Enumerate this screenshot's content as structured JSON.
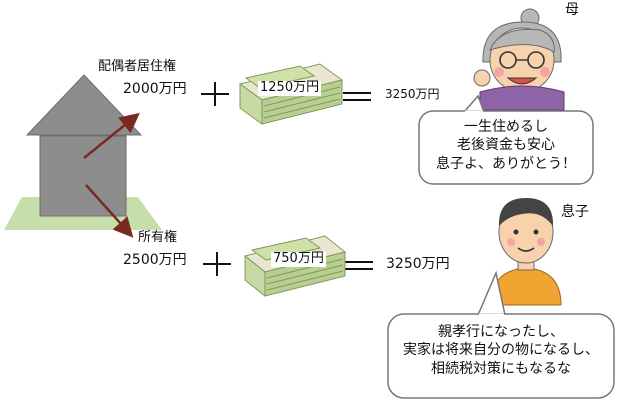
{
  "mother": {
    "label": "母",
    "right_name": "配偶者居住権",
    "right_value": "2000万円",
    "cash": "1250万円",
    "total": "3250万円",
    "speech": [
      "一生住めるし",
      "老後資金も安心",
      "息子よ、ありがとう！"
    ]
  },
  "son": {
    "label": "息子",
    "right_name": "所有権",
    "right_value": "2500万円",
    "cash": "750万円",
    "total": "3250万円",
    "speech": [
      "親孝行になったし、",
      "実家は将来自分の物になるし、",
      "相続税対策にもなるな"
    ]
  },
  "colors": {
    "arrow": "#7a2a22",
    "house_gray": "#8d8d8d",
    "house_dark": "#6d6d6d",
    "lawn": "#c5deaa",
    "money_green": "#b9cf92",
    "money_dark": "#7f9a5c",
    "shirt": "#f0a532",
    "skin": "#f7d2ad"
  },
  "icons": {
    "house": "house-icon",
    "money_stack": "money-stack-icon",
    "mother": "elderly-woman-icon",
    "son": "man-icon"
  }
}
